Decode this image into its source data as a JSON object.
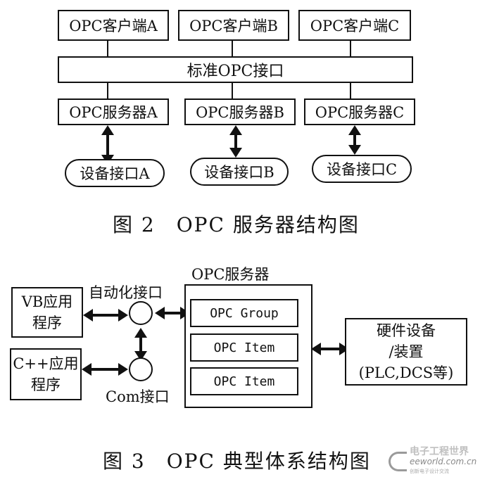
{
  "figure2": {
    "clients": [
      "OPC客户端A",
      "OPC客户端B",
      "OPC客户端C"
    ],
    "interface": "标准OPC接口",
    "servers": [
      "OPC服务器A",
      "OPC服务器B",
      "OPC服务器C"
    ],
    "devices": [
      "设备接口A",
      "设备接口B",
      "设备接口C"
    ],
    "caption": "图 2　OPC 服务器结构图"
  },
  "figure3": {
    "vb_app": [
      "VB应用",
      "程序"
    ],
    "cpp_app": [
      "C++应用",
      "程序"
    ],
    "automation_label": "自动化接口",
    "com_label": "Com接口",
    "server_label": "OPC服务器",
    "group": "OPC Group",
    "items": [
      "OPC Item",
      "OPC Item"
    ],
    "hardware": [
      "硬件设备",
      "/装置",
      "(PLC,DCS等)"
    ],
    "caption": "图 3　OPC 典型体系结构图"
  },
  "watermark": {
    "name_cn": "电子工程世界",
    "site": "eeworld.com.cn",
    "slogan": "创新电子设计交流"
  }
}
